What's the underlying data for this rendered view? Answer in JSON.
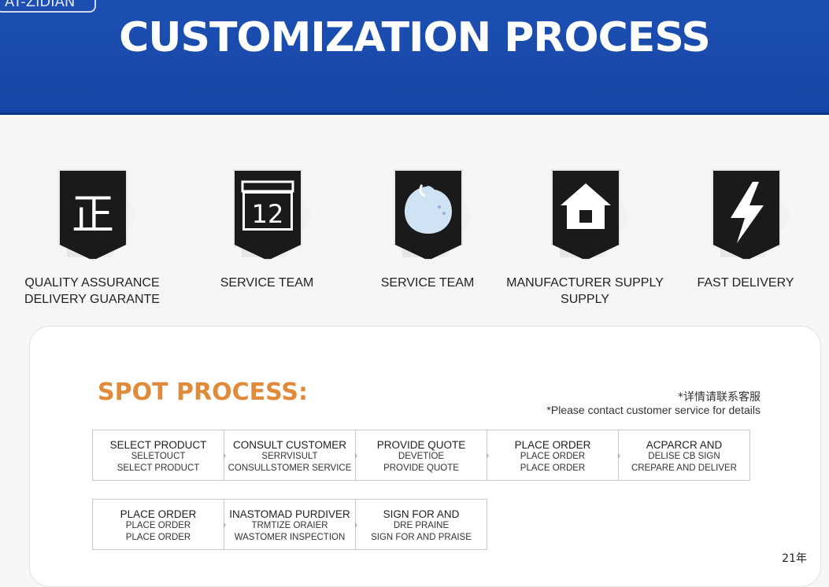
{
  "header": {
    "logo_text": "AT-ZIDIAN",
    "title": "CUSTOMIZATION PROCESS"
  },
  "features": [
    {
      "icon": "zheng-character-icon",
      "glyph": "正",
      "label": "QUALITY ASSURANCE\nDELIVERY GUARANTE"
    },
    {
      "icon": "calendar-12-icon",
      "glyph": "12",
      "label": "SERVICE TEAM"
    },
    {
      "icon": "speech-bubble-icon",
      "glyph": "",
      "label": "SERVICE TEAM"
    },
    {
      "icon": "house-icon",
      "glyph": "",
      "label": "MANUFACTURER SUPPLY\nSUPPLY"
    },
    {
      "icon": "lightning-icon",
      "glyph": "",
      "label": "FAST DELIVERY"
    }
  ],
  "spot_process": {
    "title": "SPOT PROCESS:",
    "note_cn": "*详情请联系客服",
    "note_en": "*Please contact customer service for details",
    "row1": [
      {
        "a": "SELECT PRODUCT",
        "b": "SELETOUCT",
        "c": "SELECT PRODUCT"
      },
      {
        "a": "CONSULT CUSTOMER",
        "b": "SERRVISULT",
        "c": "CONSULLSTOMER SERVICE"
      },
      {
        "a": "PROVIDE QUOTE",
        "b": "DEVETIOE",
        "c": "PROVIDE QUOTE"
      },
      {
        "a": "PLACE ORDER",
        "b": "PLACE ORDER",
        "c": "PLACE ORDER"
      },
      {
        "a": "ACPARCR AND",
        "b": "DELISE CB SIGN",
        "c": "CREPARE AND DELIVER"
      }
    ],
    "row2": [
      {
        "a": "PLACE ORDER",
        "b": "PLACE ORDER",
        "c": "PLACE ORDER"
      },
      {
        "a": "INASTOMAD PURDIVER",
        "b": "TRMTIZE ORAIER",
        "c": "WASTOMER INSPECTION"
      },
      {
        "a": "SIGN FOR AND",
        "b": "DRE PRAINE",
        "c": "SIGN FOR AND PRAISE"
      }
    ]
  },
  "page_number": "21年",
  "colors": {
    "banner": "#1d4fb3",
    "accent_orange": "#e08a3a",
    "icon_dark": "#1a1a1a"
  }
}
